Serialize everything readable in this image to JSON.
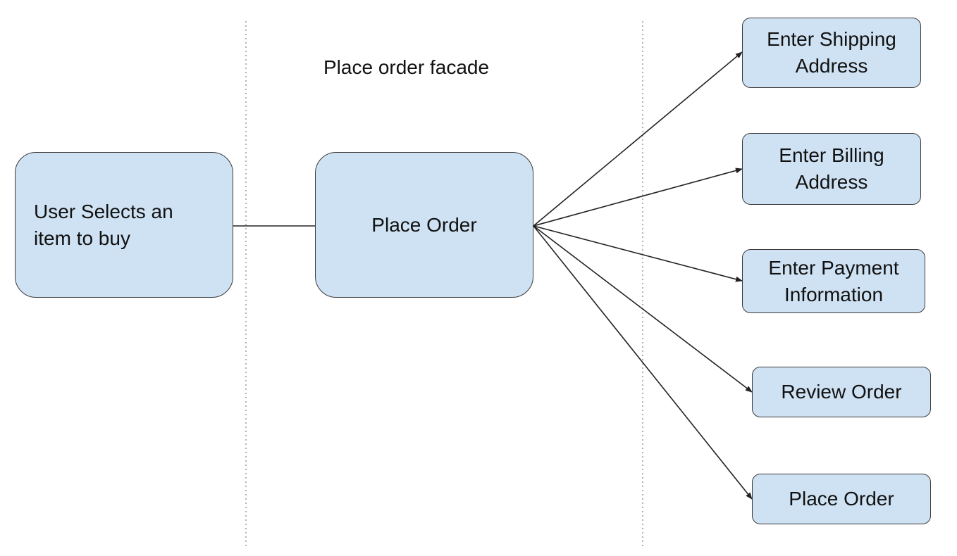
{
  "diagram": {
    "caption": "Place order facade",
    "colors": {
      "node_fill": "#cfe2f3",
      "node_border": "#3a3a3a",
      "edge": "#222222",
      "divider": "#9a9a9a"
    },
    "nodes": [
      {
        "id": "user-selects",
        "label": "User Selects an\nitem to buy"
      },
      {
        "id": "facade",
        "label": "Place Order"
      },
      {
        "id": "shipping",
        "label": "Enter Shipping\nAddress"
      },
      {
        "id": "billing",
        "label": "Enter Billing\nAddress"
      },
      {
        "id": "payment",
        "label": "Enter Payment\nInformation"
      },
      {
        "id": "review",
        "label": "Review Order"
      },
      {
        "id": "place",
        "label": "Place Order"
      }
    ],
    "edges": [
      {
        "from": "user-selects",
        "to": "facade",
        "arrow": false
      },
      {
        "from": "facade",
        "to": "shipping",
        "arrow": true
      },
      {
        "from": "facade",
        "to": "billing",
        "arrow": true
      },
      {
        "from": "facade",
        "to": "payment",
        "arrow": true
      },
      {
        "from": "facade",
        "to": "review",
        "arrow": true
      },
      {
        "from": "facade",
        "to": "place",
        "arrow": true
      }
    ]
  }
}
